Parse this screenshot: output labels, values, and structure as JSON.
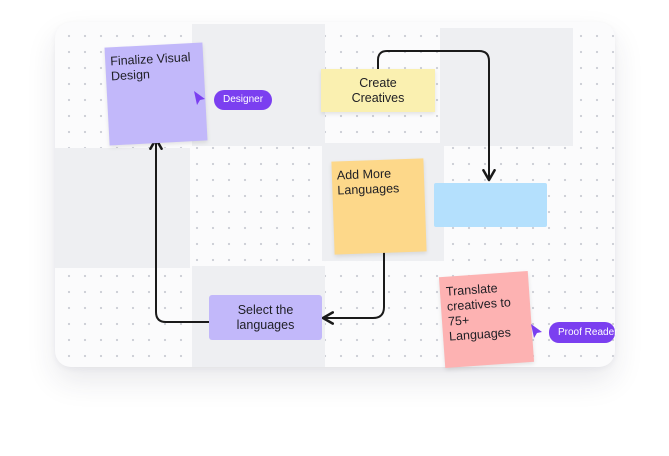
{
  "canvas": {
    "stickies": {
      "finalize_visual_design": "Finalize Visual Design",
      "create_creatives": "Create Creatives",
      "add_more_languages": "Add More Languages",
      "select_languages": "Select the languages",
      "translate_creatives": "Translate creatives to 75+ Languages"
    },
    "tags": {
      "designer": "Designer",
      "proof_reader": "Proof Reader"
    },
    "colors": {
      "lavender": "#c2b8fa",
      "yellow": "#faf0b0",
      "orange": "#fdd88a",
      "blue": "#b4e0fd",
      "pink": "#fdb2b2",
      "accent": "#7b3ff0"
    }
  }
}
